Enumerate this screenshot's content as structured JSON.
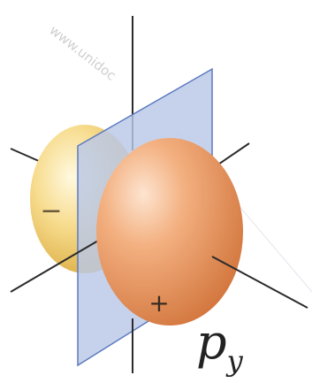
{
  "watermark": "www.unidoc",
  "lobes": {
    "negative_sign": "−",
    "positive_sign": "+"
  },
  "label": {
    "main": "p",
    "subscript": "y"
  },
  "colors": {
    "back_lobe": "#f2cf72",
    "front_lobe": "#ec9a60",
    "nodal_plane": "#b9c8e8",
    "axis": "#2b2b2b"
  }
}
